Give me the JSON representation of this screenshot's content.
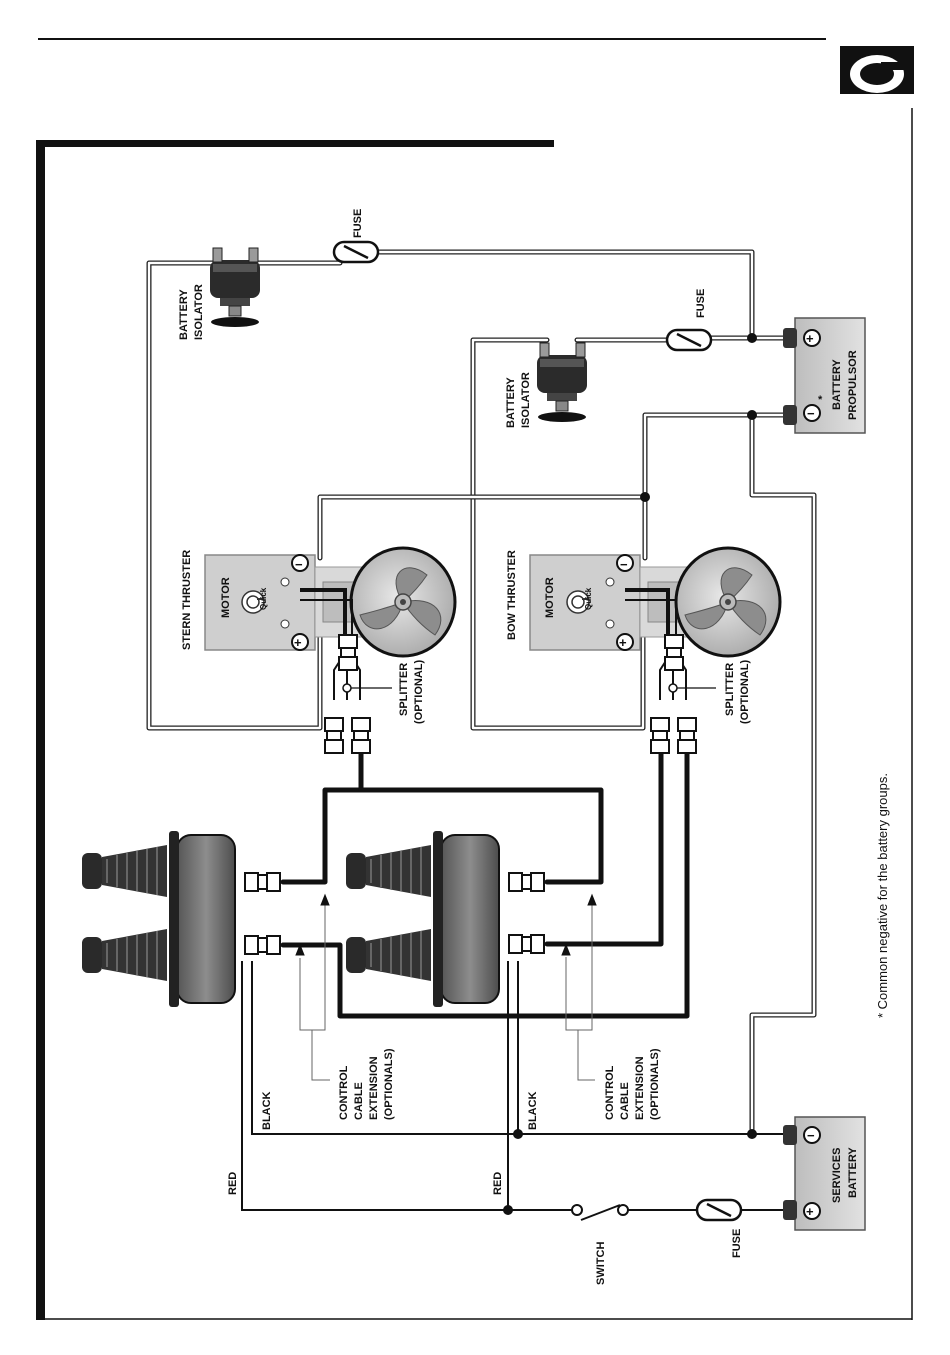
{
  "header": {
    "logo_letter": "Q"
  },
  "components": {
    "stern_thruster": {
      "label": "STERN THRUSTER",
      "motor_label": "MOTOR",
      "brand": "Quick"
    },
    "bow_thruster": {
      "label": "BOW THRUSTER",
      "motor_label": "MOTOR",
      "brand": "Quick"
    },
    "battery_isolator_top": {
      "label_line1": "BATTERY",
      "label_line2": "ISOLATOR"
    },
    "battery_isolator_mid": {
      "label_line1": "BATTERY",
      "label_line2": "ISOLATOR"
    },
    "battery_propulsor": {
      "label_line1": "BATTERY",
      "label_line2": "PROPULSOR",
      "asterisk": "*"
    },
    "services_battery": {
      "label_line1": "SERVICES",
      "label_line2": "BATTERY"
    },
    "fuse_top": {
      "label": "FUSE"
    },
    "fuse_mid": {
      "label": "FUSE"
    },
    "fuse_bottom": {
      "label": "FUSE"
    },
    "switch": {
      "label": "SWITCH"
    },
    "splitter_stern": {
      "line1": "SPLITTER",
      "line2": "(OPTIONAL)"
    },
    "splitter_bow": {
      "line1": "SPLITTER",
      "line2": "(OPTIONAL)"
    },
    "control_cable_left": {
      "line1": "CONTROL",
      "line2": "CABLE",
      "line3": "EXTENSION",
      "line4": "(OPTIONALS)"
    },
    "control_cable_right": {
      "line1": "CONTROL",
      "line2": "CABLE",
      "line3": "EXTENSION",
      "line4": "(OPTIONALS)"
    },
    "wire_red_left": {
      "label": "RED"
    },
    "wire_red_right": {
      "label": "RED"
    },
    "wire_black_left": {
      "label": "BLACK"
    },
    "wire_black_right": {
      "label": "BLACK"
    }
  },
  "terminals": {
    "plus": "+",
    "minus": "−"
  },
  "footnote": "* Common negative for the battery groups.",
  "colors": {
    "ink": "#111111",
    "body_grey": "#6f6f6f",
    "light_grey": "#d6d6d6",
    "panel_grey": "#cfcfcf"
  }
}
